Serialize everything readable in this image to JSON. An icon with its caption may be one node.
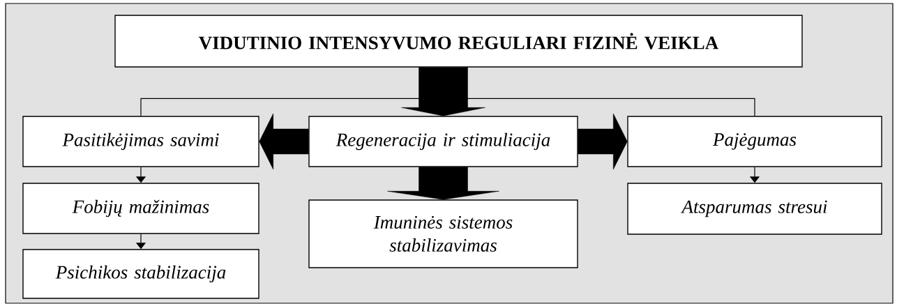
{
  "diagram": {
    "nodes": [
      {
        "text": [
          "VIDUTINIO INTENSYVUMO REGULIARI FIZINĖ VEIKLA"
        ]
      },
      {
        "text": [
          "Pasitikėjimas savimi"
        ]
      },
      {
        "text": [
          "Regeneracija ir stimuliacija"
        ]
      },
      {
        "text": [
          "Pajėgumas"
        ]
      },
      {
        "text": [
          "Fobijų mažinimas"
        ]
      },
      {
        "text": [
          "Imuninės sistemos stabilizavimas"
        ]
      },
      {
        "text": [
          "Atsparumas stresui"
        ]
      },
      {
        "text": [
          "Psichikos stabilizacija"
        ]
      }
    ],
    "edges": [
      {
        "from": 0,
        "to": 2,
        "arrow": "to",
        "style": "thick"
      },
      {
        "from": 1,
        "to": 3,
        "arrow": "none"
      },
      {
        "from": 2,
        "to": 1,
        "arrow": "to",
        "style": "thick"
      },
      {
        "from": 2,
        "to": 3,
        "arrow": "to",
        "style": "thick"
      },
      {
        "from": 2,
        "to": 5,
        "arrow": "to",
        "style": "thick"
      },
      {
        "from": 1,
        "to": 4,
        "arrow": "to"
      },
      {
        "from": 3,
        "to": 6,
        "arrow": "to"
      },
      {
        "from": 4,
        "to": 7,
        "arrow": "to"
      }
    ]
  }
}
